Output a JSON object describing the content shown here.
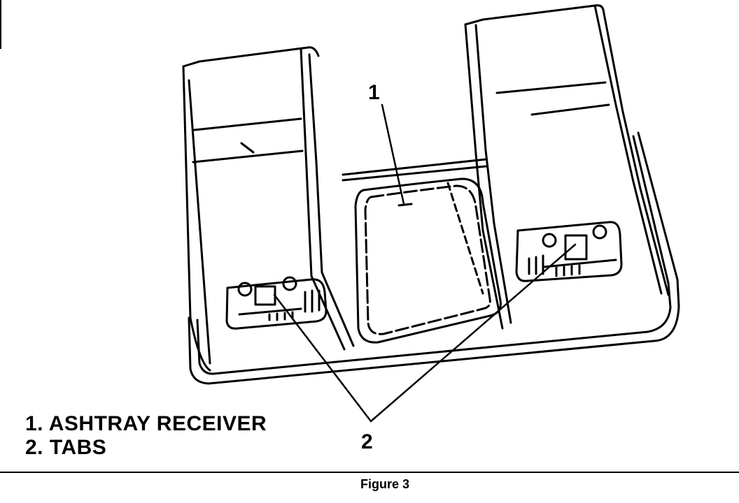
{
  "callouts": {
    "receiver_number": "1",
    "tabs_number": "2"
  },
  "legend": [
    "1. ASHTRAY RECEIVER",
    "2. TABS"
  ],
  "caption": "Figure 3"
}
